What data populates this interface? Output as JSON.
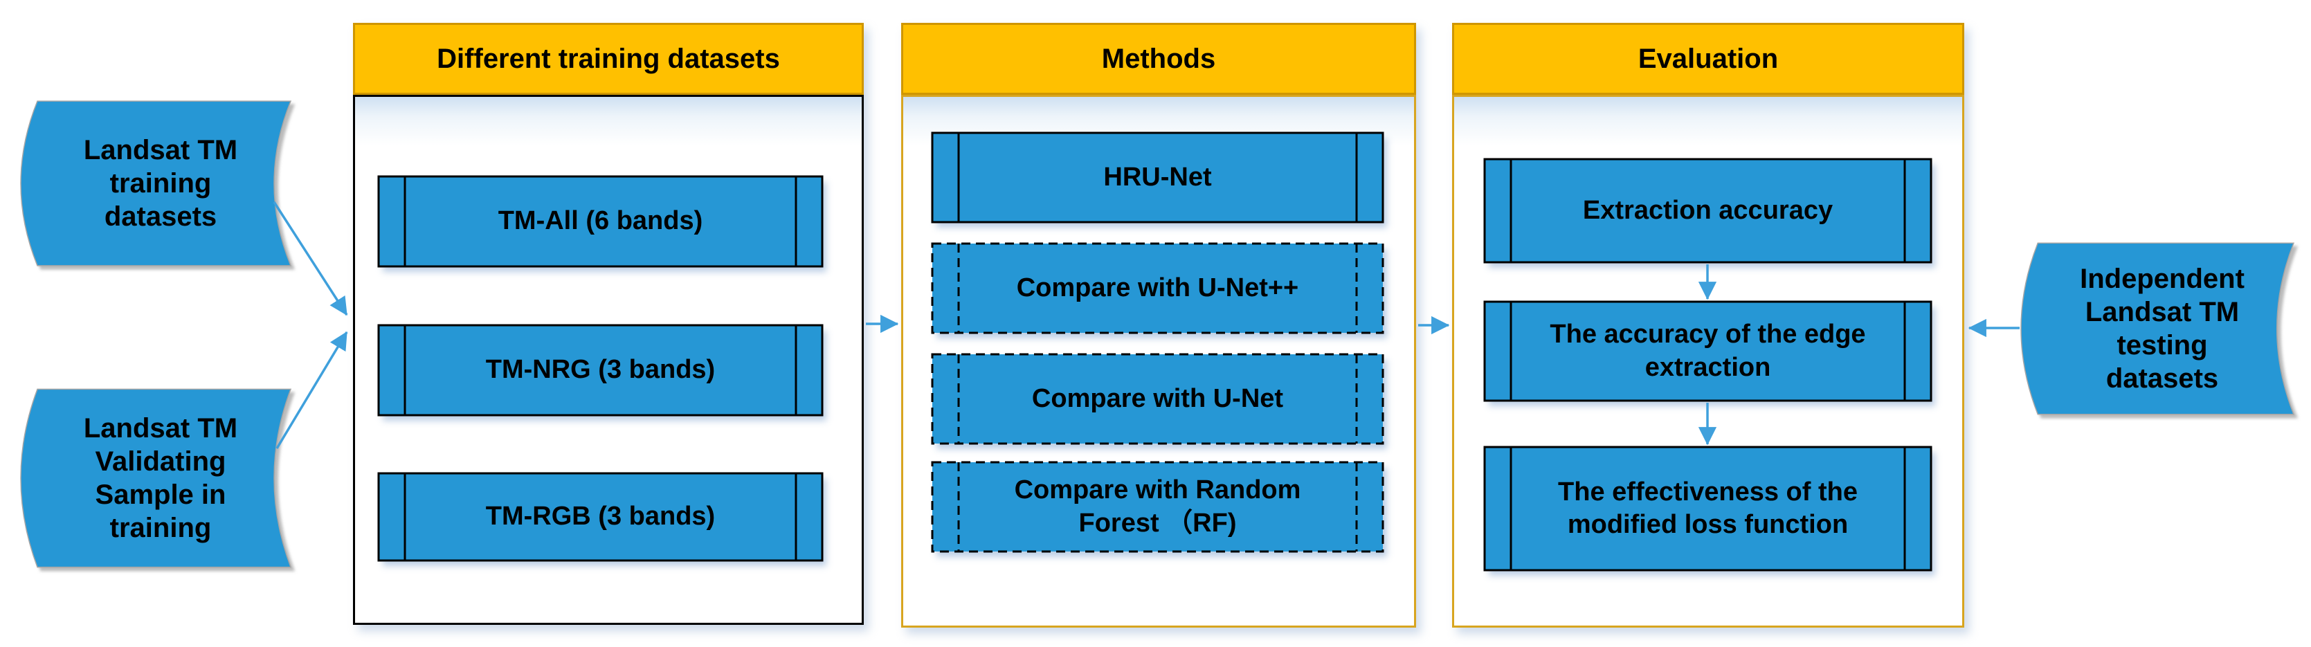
{
  "datastores": [
    {
      "label": "Landsat TM\ntraining\ndatasets"
    },
    {
      "label": "Landsat TM\nValidating\nSample in\ntraining"
    },
    {
      "label": "Independent\nLandsat TM\ntesting\ndatasets"
    }
  ],
  "columns": [
    {
      "title": "Different training datasets",
      "items": [
        {
          "label": "TM-All (6 bands)"
        },
        {
          "label": "TM-NRG (3 bands)"
        },
        {
          "label": "TM-RGB (3 bands)"
        }
      ]
    },
    {
      "title": "Methods",
      "items": [
        {
          "label": "HRU-Net"
        },
        {
          "label": "Compare with U-Net++"
        },
        {
          "label": "Compare with U-Net"
        },
        {
          "label": "Compare with Random\nForest （RF)"
        }
      ]
    },
    {
      "title": "Evaluation",
      "items": [
        {
          "label": "Extraction accuracy"
        },
        {
          "label": "The accuracy of the edge\nextraction"
        },
        {
          "label": "The effectiveness of the\nmodified loss function"
        }
      ]
    }
  ],
  "colors": {
    "shape_fill": "#2697D5",
    "header_fill": "#FFC000",
    "header_border": "#CF9600",
    "container_border_first": "#000000",
    "container_border_others": "#D8A520",
    "arrow": "#3FA0DC",
    "text": "#000000"
  }
}
